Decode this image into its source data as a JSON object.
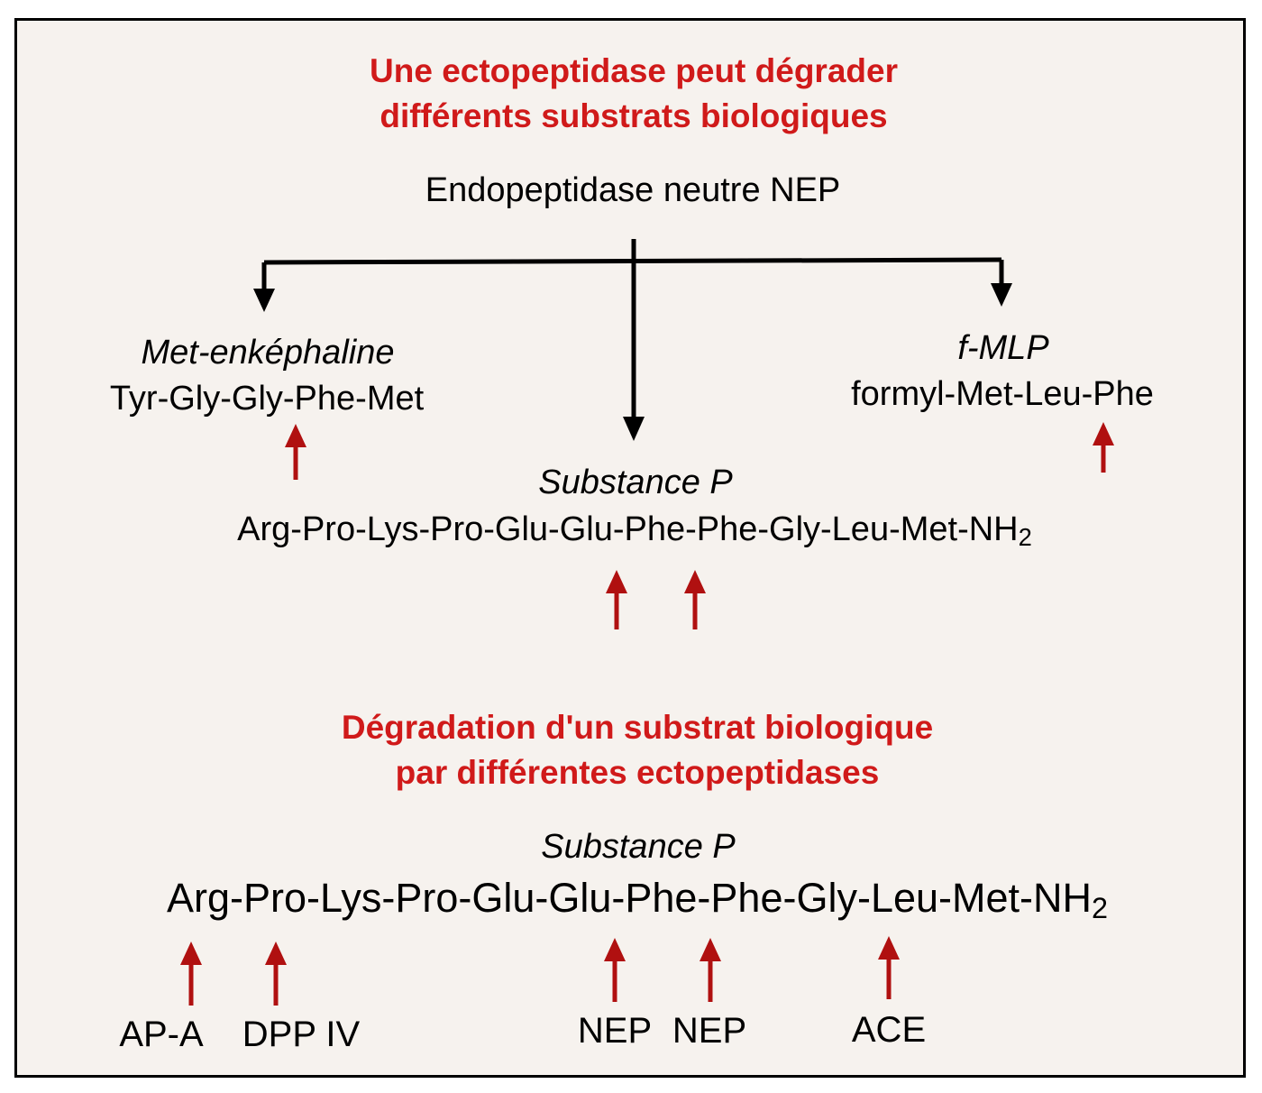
{
  "top_section": {
    "title_line1": "Une ectopeptidase peut dégrader",
    "title_line2": "différents substrats biologiques",
    "enzyme": "Endopeptidase neutre NEP",
    "left_substrate": {
      "name": "Met-enképhaline",
      "sequence": "Tyr-Gly-Gly-Phe-Met"
    },
    "right_substrate": {
      "name": "f-MLP",
      "sequence": "formyl-Met-Leu-Phe"
    },
    "center_substrate": {
      "name": "Substance P",
      "sequence": "Arg-Pro-Lys-Pro-Glu-Glu-Phe-Phe-Gly-Leu-Met-NH",
      "sequence_subscript": "2"
    }
  },
  "bottom_section": {
    "title_line1": "Dégradation d'un substrat biologique",
    "title_line2": "par différentes ectopeptidases",
    "substrate_name": "Substance P",
    "sequence": "Arg-Pro-Lys-Pro-Glu-Glu-Phe-Phe-Gly-Leu-Met-NH",
    "sequence_subscript": "2",
    "cleavage_enzymes": [
      "AP-A",
      "DPP IV",
      "NEP",
      "NEP",
      "ACE"
    ]
  },
  "colors": {
    "title": "#d01a1a",
    "cleavage_arrow": "#b01010",
    "tree_arrow": "#000000",
    "background": "#f6f2ee"
  },
  "icons": {
    "cleavage_site": "up-arrow-icon",
    "tree_branch": "down-arrow-icon"
  }
}
